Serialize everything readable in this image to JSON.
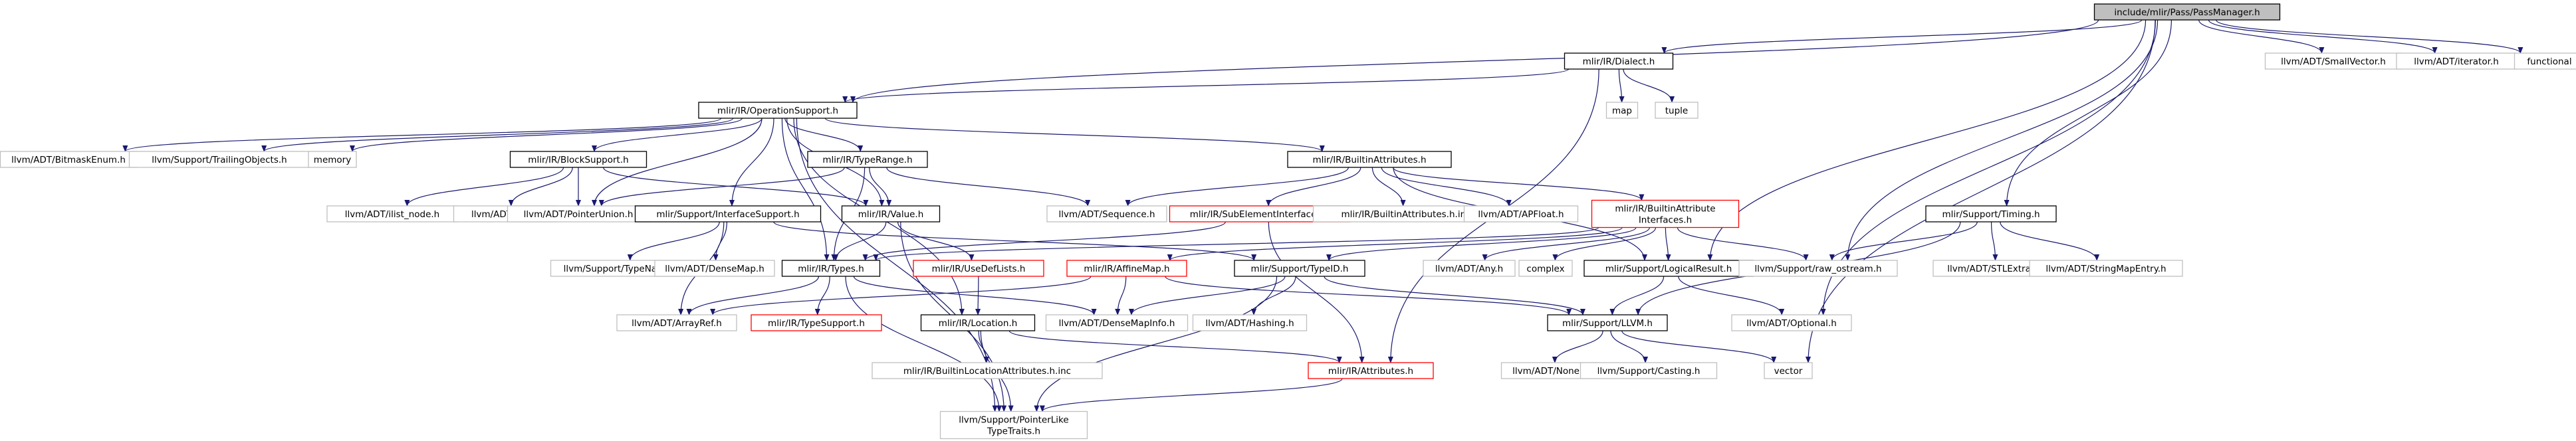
{
  "diagram": {
    "kind": "include-dependency-graph",
    "colors": {
      "edge": "#191970",
      "node_border_header": "#000000",
      "node_border_external": "#bfbfbf",
      "node_border_missing": "#ff0000",
      "root_fill": "#bfbfbf",
      "node_fill": "#ffffff",
      "text_header": "#000000",
      "text_external": "#000000"
    },
    "nodes": [
      {
        "id": "root",
        "lines": [
          "include/mlir/Pass/PassManager.h"
        ],
        "style": "root"
      },
      {
        "id": "dialect",
        "lines": [
          "mlir/IR/Dialect.h"
        ],
        "style": "header"
      },
      {
        "id": "smallvector",
        "lines": [
          "llvm/ADT/SmallVector.h"
        ],
        "style": "external"
      },
      {
        "id": "iterator",
        "lines": [
          "llvm/ADT/iterator.h"
        ],
        "style": "external"
      },
      {
        "id": "functional",
        "lines": [
          "functional"
        ],
        "style": "external"
      },
      {
        "id": "opsupport",
        "lines": [
          "mlir/IR/OperationSupport.h"
        ],
        "style": "header"
      },
      {
        "id": "map",
        "lines": [
          "map"
        ],
        "style": "external"
      },
      {
        "id": "tuple",
        "lines": [
          "tuple"
        ],
        "style": "external"
      },
      {
        "id": "bitmaskenum",
        "lines": [
          "llvm/ADT/BitmaskEnum.h"
        ],
        "style": "external"
      },
      {
        "id": "trailingobjects",
        "lines": [
          "llvm/Support/TrailingObjects.h"
        ],
        "style": "external"
      },
      {
        "id": "memory",
        "lines": [
          "memory"
        ],
        "style": "external"
      },
      {
        "id": "blocksupport",
        "lines": [
          "mlir/IR/BlockSupport.h"
        ],
        "style": "header"
      },
      {
        "id": "typerange",
        "lines": [
          "mlir/IR/TypeRange.h"
        ],
        "style": "header"
      },
      {
        "id": "builtinattrs",
        "lines": [
          "mlir/IR/BuiltinAttributes.h"
        ],
        "style": "header"
      },
      {
        "id": "ilistnode",
        "lines": [
          "llvm/ADT/ilist_node.h"
        ],
        "style": "external"
      },
      {
        "id": "ilist",
        "lines": [
          "llvm/ADT/ilist.h"
        ],
        "style": "external"
      },
      {
        "id": "pointerunion",
        "lines": [
          "llvm/ADT/PointerUnion.h"
        ],
        "style": "external"
      },
      {
        "id": "value",
        "lines": [
          "mlir/IR/Value.h"
        ],
        "style": "header"
      },
      {
        "id": "sequence",
        "lines": [
          "llvm/ADT/Sequence.h"
        ],
        "style": "external"
      },
      {
        "id": "subelement",
        "lines": [
          "mlir/IR/SubElementInterfaces.h"
        ],
        "style": "missing"
      },
      {
        "id": "builtinattrsinc",
        "lines": [
          "mlir/IR/BuiltinAttributes.h.inc"
        ],
        "style": "external"
      },
      {
        "id": "apfloat",
        "lines": [
          "llvm/ADT/APFloat.h"
        ],
        "style": "external"
      },
      {
        "id": "builtinattrif",
        "lines": [
          "mlir/IR/BuiltinAttribute",
          "Interfaces.h"
        ],
        "style": "missing"
      },
      {
        "id": "timing",
        "lines": [
          "mlir/Support/Timing.h"
        ],
        "style": "header"
      },
      {
        "id": "ifacesupport",
        "lines": [
          "mlir/Support/InterfaceSupport.h"
        ],
        "style": "header"
      },
      {
        "id": "typename",
        "lines": [
          "llvm/Support/TypeName.h"
        ],
        "style": "external"
      },
      {
        "id": "densemap",
        "lines": [
          "llvm/ADT/DenseMap.h"
        ],
        "style": "external"
      },
      {
        "id": "types",
        "lines": [
          "mlir/IR/Types.h"
        ],
        "style": "header"
      },
      {
        "id": "usedeflists",
        "lines": [
          "mlir/IR/UseDefLists.h"
        ],
        "style": "missing"
      },
      {
        "id": "affinemap",
        "lines": [
          "mlir/IR/AffineMap.h"
        ],
        "style": "missing"
      },
      {
        "id": "typeid",
        "lines": [
          "mlir/Support/TypeID.h"
        ],
        "style": "header"
      },
      {
        "id": "any",
        "lines": [
          "llvm/ADT/Any.h"
        ],
        "style": "external"
      },
      {
        "id": "complex",
        "lines": [
          "complex"
        ],
        "style": "external"
      },
      {
        "id": "logicalresult",
        "lines": [
          "mlir/Support/LogicalResult.h"
        ],
        "style": "header"
      },
      {
        "id": "rawostream",
        "lines": [
          "llvm/Support/raw_ostream.h"
        ],
        "style": "external"
      },
      {
        "id": "stlextras",
        "lines": [
          "llvm/ADT/STLExtras.h"
        ],
        "style": "external"
      },
      {
        "id": "stringmapentry",
        "lines": [
          "llvm/ADT/StringMapEntry.h"
        ],
        "style": "external"
      },
      {
        "id": "arrayref",
        "lines": [
          "llvm/ADT/ArrayRef.h"
        ],
        "style": "external"
      },
      {
        "id": "typesupport",
        "lines": [
          "mlir/IR/TypeSupport.h"
        ],
        "style": "missing"
      },
      {
        "id": "location",
        "lines": [
          "mlir/IR/Location.h"
        ],
        "style": "header"
      },
      {
        "id": "densemapinfo",
        "lines": [
          "llvm/ADT/DenseMapInfo.h"
        ],
        "style": "external"
      },
      {
        "id": "hashing",
        "lines": [
          "llvm/ADT/Hashing.h"
        ],
        "style": "external"
      },
      {
        "id": "llvmsupport",
        "lines": [
          "mlir/Support/LLVM.h"
        ],
        "style": "header"
      },
      {
        "id": "optional",
        "lines": [
          "llvm/ADT/Optional.h"
        ],
        "style": "external"
      },
      {
        "id": "builtinlocinc",
        "lines": [
          "mlir/IR/BuiltinLocationAttributes.h.inc"
        ],
        "style": "external"
      },
      {
        "id": "attributes",
        "lines": [
          "mlir/IR/Attributes.h"
        ],
        "style": "missing"
      },
      {
        "id": "none",
        "lines": [
          "llvm/ADT/None.h"
        ],
        "style": "external"
      },
      {
        "id": "casting",
        "lines": [
          "llvm/Support/Casting.h"
        ],
        "style": "external"
      },
      {
        "id": "vector",
        "lines": [
          "vector"
        ],
        "style": "external"
      },
      {
        "id": "pointerlike",
        "lines": [
          "llvm/Support/PointerLike",
          "TypeTraits.h"
        ],
        "style": "external"
      }
    ],
    "edges": [
      [
        "root",
        "dialect"
      ],
      [
        "root",
        "smallvector"
      ],
      [
        "root",
        "iterator"
      ],
      [
        "root",
        "functional"
      ],
      [
        "root",
        "opsupport"
      ],
      [
        "root",
        "timing"
      ],
      [
        "root",
        "logicalresult"
      ],
      [
        "root",
        "rawostream"
      ],
      [
        "root",
        "optional"
      ],
      [
        "root",
        "vector"
      ],
      [
        "dialect",
        "opsupport"
      ],
      [
        "dialect",
        "map"
      ],
      [
        "dialect",
        "tuple"
      ],
      [
        "dialect",
        "attributes"
      ],
      [
        "opsupport",
        "bitmaskenum"
      ],
      [
        "opsupport",
        "trailingobjects"
      ],
      [
        "opsupport",
        "memory"
      ],
      [
        "opsupport",
        "blocksupport"
      ],
      [
        "opsupport",
        "typerange"
      ],
      [
        "opsupport",
        "builtinattrs"
      ],
      [
        "opsupport",
        "pointerunion"
      ],
      [
        "opsupport",
        "value"
      ],
      [
        "opsupport",
        "ifacesupport"
      ],
      [
        "opsupport",
        "types"
      ],
      [
        "opsupport",
        "location"
      ],
      [
        "opsupport",
        "pointerlike"
      ],
      [
        "blocksupport",
        "ilistnode"
      ],
      [
        "blocksupport",
        "ilist"
      ],
      [
        "blocksupport",
        "pointerunion"
      ],
      [
        "blocksupport",
        "value"
      ],
      [
        "typerange",
        "pointerunion"
      ],
      [
        "typerange",
        "sequence"
      ],
      [
        "typerange",
        "value"
      ],
      [
        "typerange",
        "types"
      ],
      [
        "builtinattrs",
        "sequence"
      ],
      [
        "builtinattrs",
        "subelement"
      ],
      [
        "builtinattrs",
        "builtinattrsinc"
      ],
      [
        "builtinattrs",
        "apfloat"
      ],
      [
        "builtinattrs",
        "builtinattrif"
      ],
      [
        "builtinattrs",
        "logicalresult"
      ],
      [
        "value",
        "types"
      ],
      [
        "value",
        "usedeflists"
      ],
      [
        "value",
        "pointerlike"
      ],
      [
        "subelement",
        "types"
      ],
      [
        "subelement",
        "attributes"
      ],
      [
        "builtinattrif",
        "types"
      ],
      [
        "builtinattrif",
        "affinemap"
      ],
      [
        "builtinattrif",
        "typeid"
      ],
      [
        "builtinattrif",
        "any"
      ],
      [
        "builtinattrif",
        "complex"
      ],
      [
        "builtinattrif",
        "logicalresult"
      ],
      [
        "builtinattrif",
        "rawostream"
      ],
      [
        "timing",
        "rawostream"
      ],
      [
        "timing",
        "stlextras"
      ],
      [
        "timing",
        "stringmapentry"
      ],
      [
        "timing",
        "llvmsupport"
      ],
      [
        "ifacesupport",
        "typename"
      ],
      [
        "ifacesupport",
        "densemap"
      ],
      [
        "ifacesupport",
        "typeid"
      ],
      [
        "ifacesupport",
        "arrayref"
      ],
      [
        "types",
        "arrayref"
      ],
      [
        "types",
        "typesupport"
      ],
      [
        "types",
        "densemapinfo"
      ],
      [
        "types",
        "pointerlike"
      ],
      [
        "usedeflists",
        "location"
      ],
      [
        "affinemap",
        "arrayref"
      ],
      [
        "affinemap",
        "densemapinfo"
      ],
      [
        "affinemap",
        "llvmsupport"
      ],
      [
        "typeid",
        "densemapinfo"
      ],
      [
        "typeid",
        "hashing"
      ],
      [
        "typeid",
        "llvmsupport"
      ],
      [
        "typeid",
        "pointerlike"
      ],
      [
        "logicalresult",
        "llvmsupport"
      ],
      [
        "logicalresult",
        "optional"
      ],
      [
        "location",
        "builtinlocinc"
      ],
      [
        "location",
        "attributes"
      ],
      [
        "location",
        "pointerlike"
      ],
      [
        "attributes",
        "pointerlike"
      ],
      [
        "llvmsupport",
        "none"
      ],
      [
        "llvmsupport",
        "casting"
      ],
      [
        "llvmsupport",
        "vector"
      ]
    ]
  }
}
